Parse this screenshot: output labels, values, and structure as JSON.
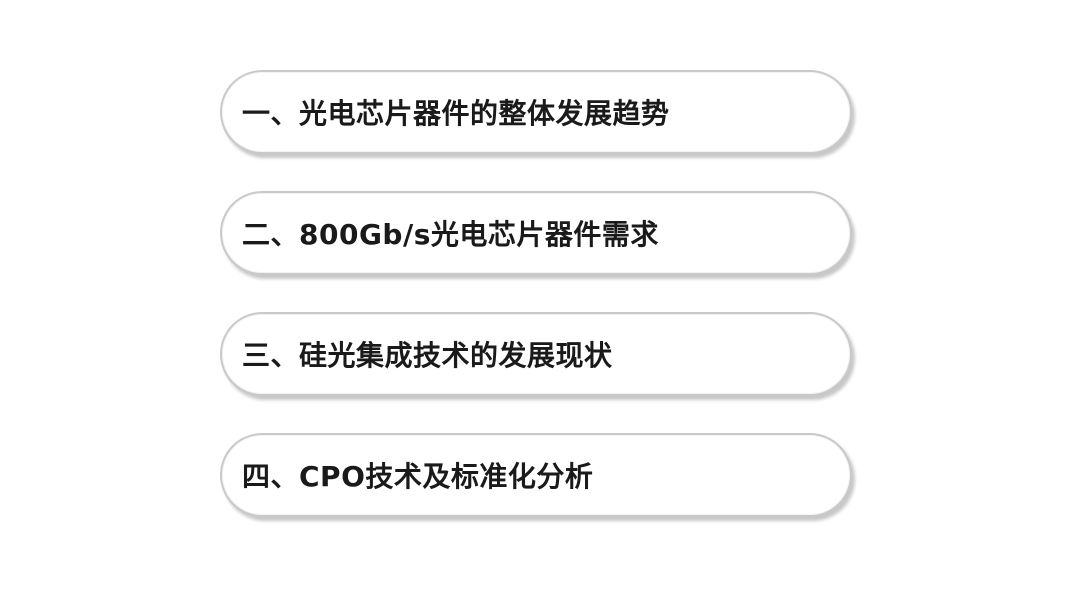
{
  "agenda": {
    "items": [
      {
        "label": "一、光电芯片器件的整体发展趋势"
      },
      {
        "label": "二、800Gb/s光电芯片器件需求"
      },
      {
        "label": "三、硅光集成技术的发展现状"
      },
      {
        "label": "四、CPO技术及标准化分析"
      }
    ]
  }
}
